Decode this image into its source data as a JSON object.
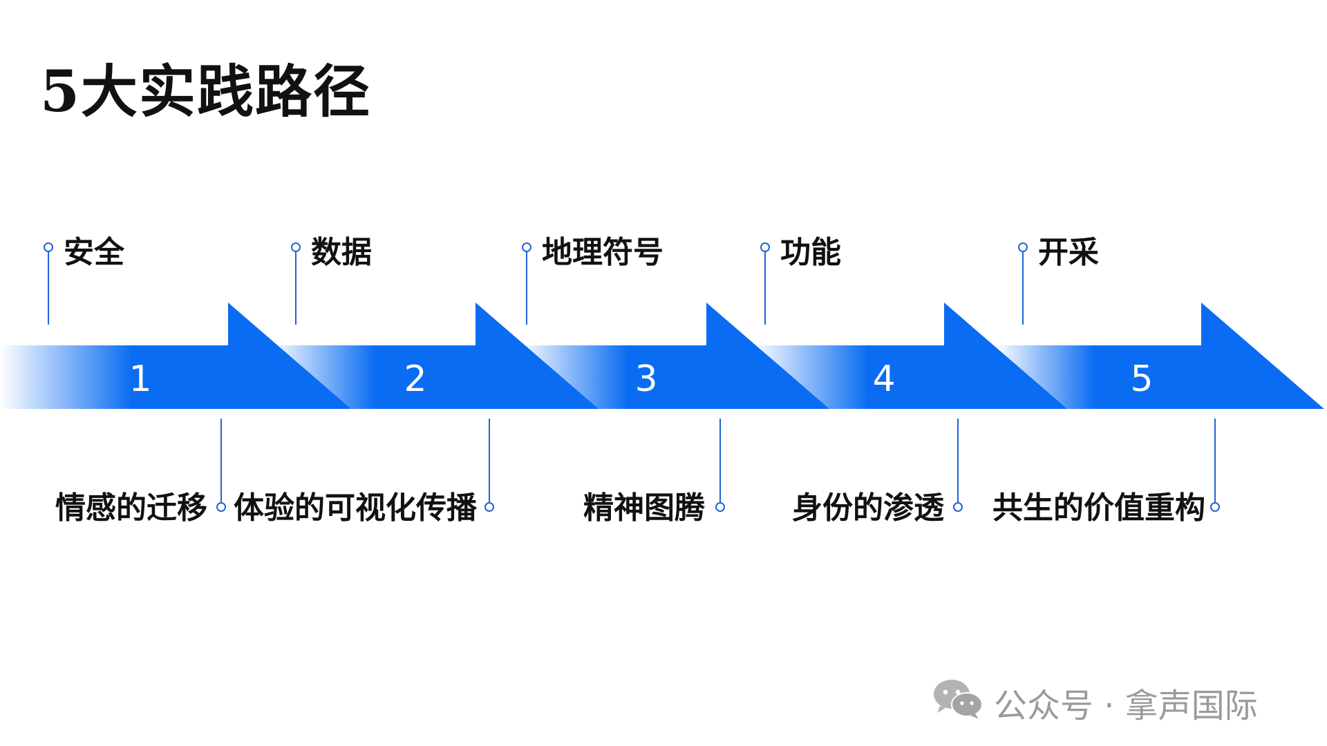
{
  "title": "5大实践路径",
  "colors": {
    "accent": "#0A6CF2",
    "line": "#1F63D8",
    "text": "#111111",
    "watermark": "#9A9A9A"
  },
  "steps": [
    {
      "number": "1",
      "top_label": "安全",
      "bottom_label": "情感的迁移"
    },
    {
      "number": "2",
      "top_label": "数据",
      "bottom_label": "体验的可视化传播"
    },
    {
      "number": "3",
      "top_label": "地理符号",
      "bottom_label": "精神图腾"
    },
    {
      "number": "4",
      "top_label": "功能",
      "bottom_label": "身份的渗透"
    },
    {
      "number": "5",
      "top_label": "开采",
      "bottom_label": "共生的价值重构"
    }
  ],
  "watermark": {
    "icon": "wechat-icon",
    "text": "公众号 · 拿声国际"
  }
}
